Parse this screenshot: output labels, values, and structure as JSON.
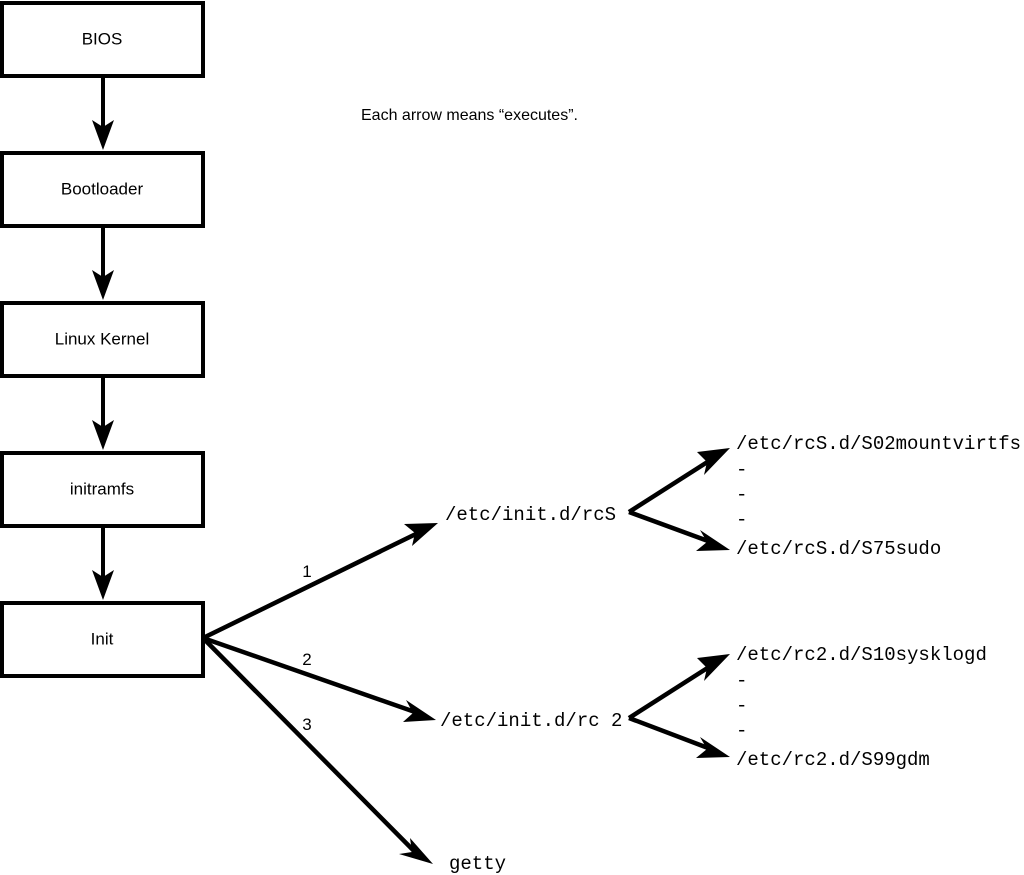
{
  "caption": {
    "text": "Each arrow means “executes”."
  },
  "boot_chain": {
    "boxes": [
      {
        "label": "BIOS"
      },
      {
        "label": "Bootloader"
      },
      {
        "label": "Linux Kernel"
      },
      {
        "label": "initramfs"
      },
      {
        "label": "Init"
      }
    ]
  },
  "init_branches": {
    "numbers": [
      {
        "label": "1"
      },
      {
        "label": "2"
      },
      {
        "label": "3"
      }
    ],
    "targets": [
      {
        "label": "/etc/init.d/rcS"
      },
      {
        "label": "/etc/init.d/rc 2"
      },
      {
        "label": "getty"
      }
    ]
  },
  "rcS_scripts": {
    "first": "/etc/rcS.d/S02mountvirtfs",
    "ellipsis": [
      "-",
      "-",
      "-"
    ],
    "last": "/etc/rcS.d/S75sudo"
  },
  "rc2_scripts": {
    "first": "/etc/rc2.d/S10sysklogd",
    "ellipsis": [
      "-",
      "-",
      "-"
    ],
    "last": "/etc/rc2.d/S99gdm"
  },
  "colors": {
    "stroke": "#000000",
    "fill": "#ffffff",
    "text": "#000000"
  }
}
